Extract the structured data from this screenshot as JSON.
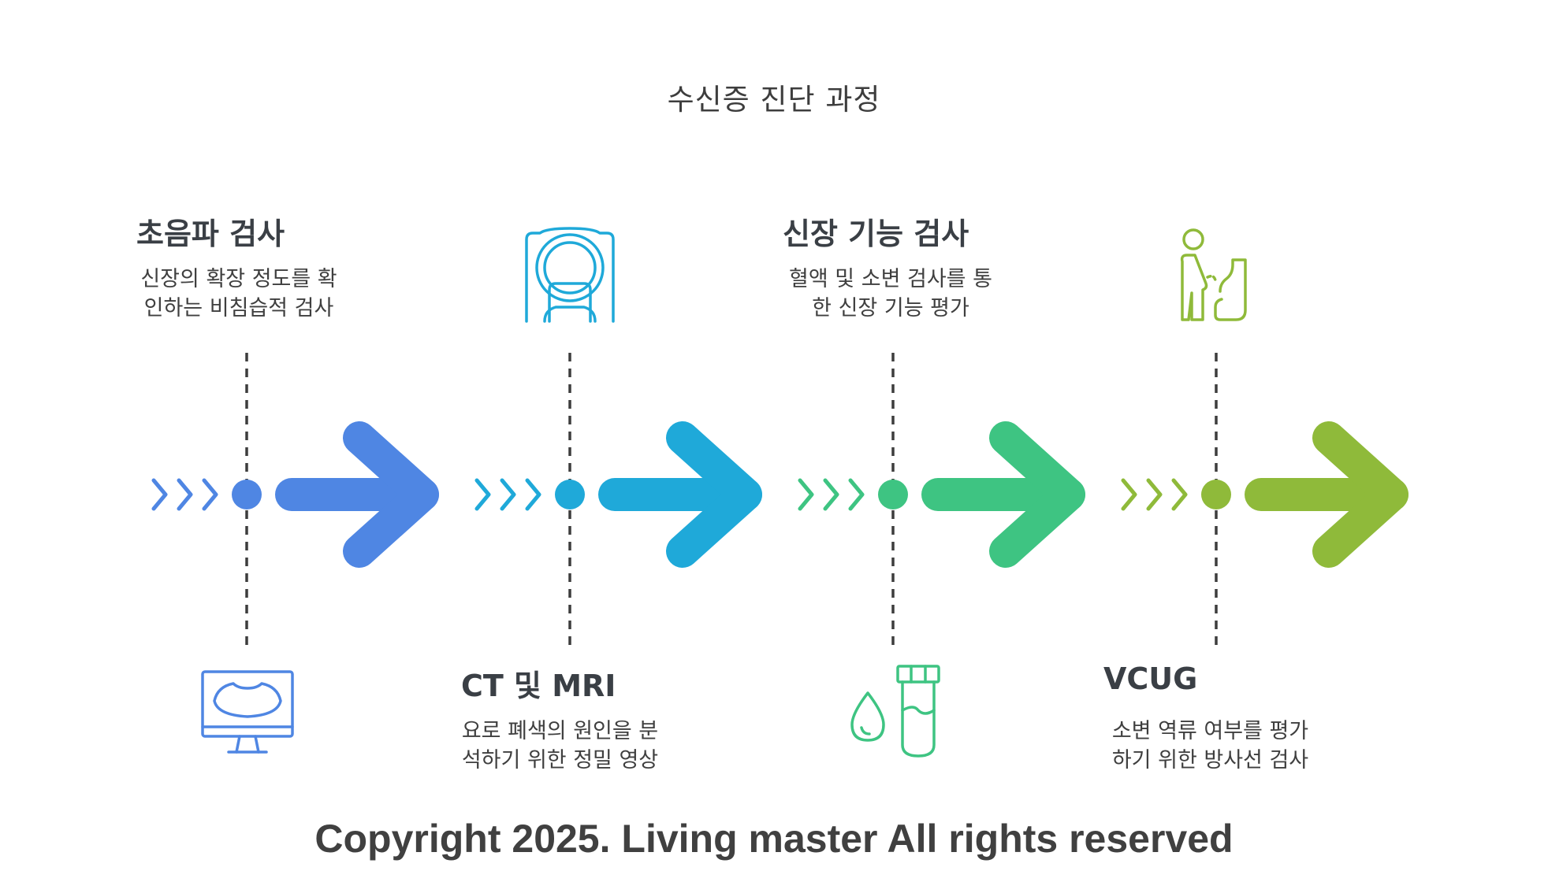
{
  "title": "수신증 진단 과정",
  "steps": [
    {
      "title": "초음파 검사",
      "description": "신장의 확장 정도를 확\n인하는 비침습적 검사",
      "icon": "ultrasound-monitor-icon",
      "color": "#4f86e3"
    },
    {
      "title": "CT 및 MRI",
      "description": "요로 폐색의 원인을 분\n석하기 위한 정밀 영상",
      "icon": "ct-scanner-icon",
      "color": "#1fa9d9"
    },
    {
      "title": "신장 기능 검사",
      "description": "혈액 및 소변 검사를 통\n한 신장 기능 평가",
      "icon": "blood-urine-test-icon",
      "color": "#3ec482"
    },
    {
      "title": "VCUG",
      "description": "소변 역류 여부를 평가\n하기 위한 방사선 검사",
      "icon": "urination-icon",
      "color": "#8fba3a"
    }
  ],
  "footer": {
    "copyright": "Copyright 2025. Living master All rights reserved"
  }
}
